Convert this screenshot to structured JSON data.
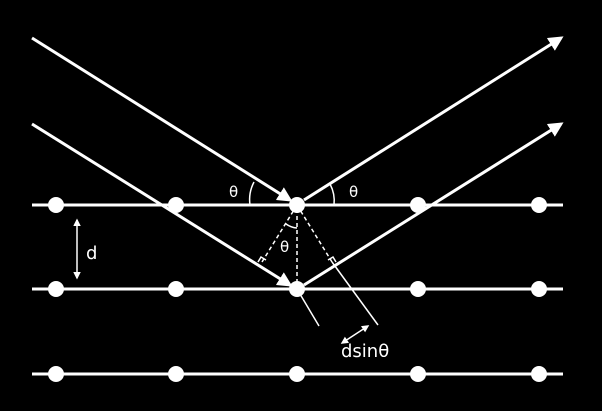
{
  "labels": {
    "theta_left": "θ",
    "theta_right": "θ",
    "theta_center": "θ",
    "spacing": "d",
    "path_difference": "dsinθ"
  },
  "lattice": {
    "rows": 3,
    "atoms_per_row": 5
  },
  "colors": {
    "background": "#000000",
    "foreground": "#ffffff"
  }
}
